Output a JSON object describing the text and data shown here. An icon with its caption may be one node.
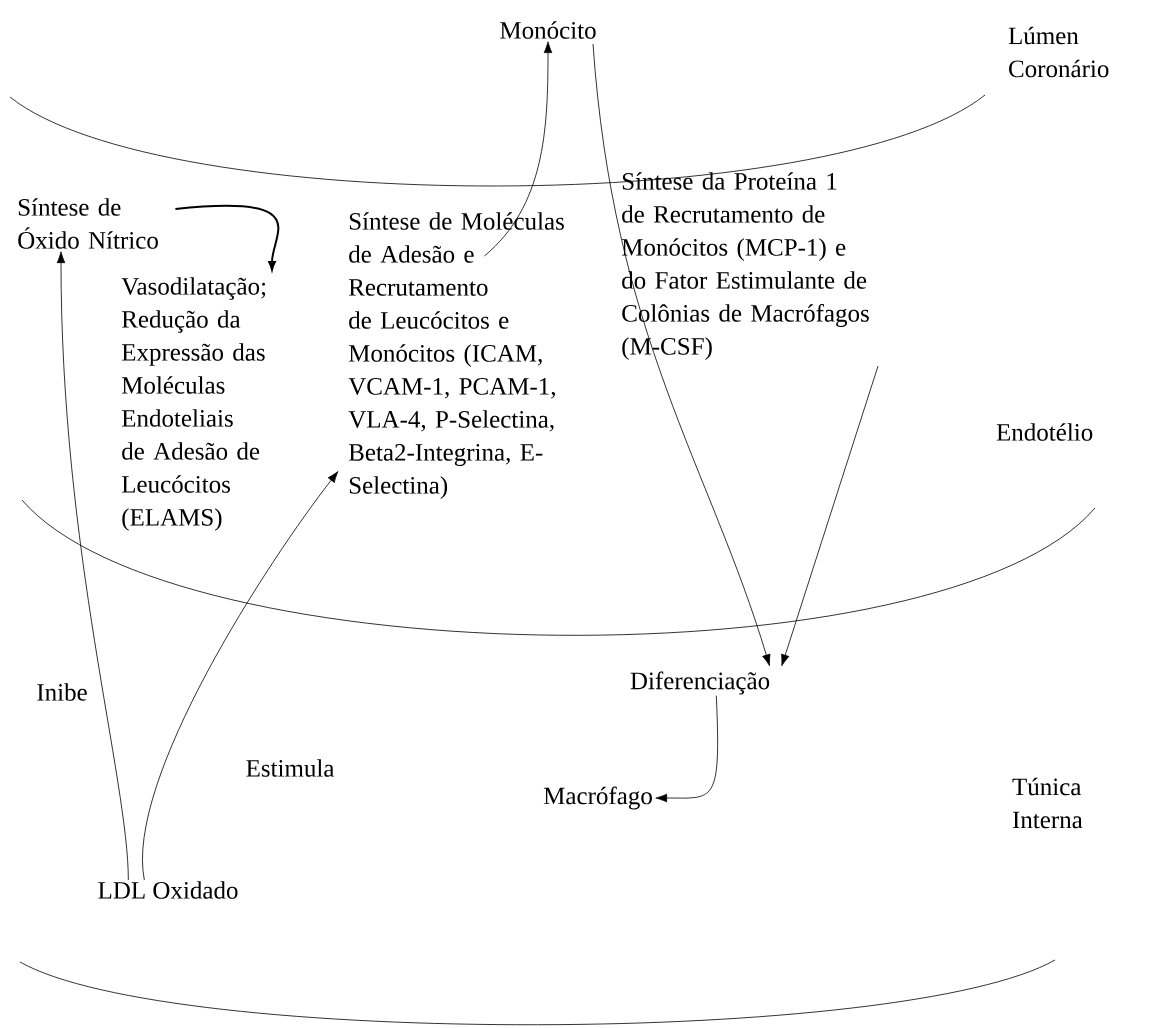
{
  "diagram": {
    "nodes": [
      {
        "text": [
          "Monócito"
        ]
      },
      {
        "text": [
          "Síntese de Óxido Nítrico"
        ]
      },
      {
        "text": [
          "Vasodilatação; Redução da Expressão das Moléculas Endoteliais de Adesão de Leucócitos (ELAMS)"
        ]
      },
      {
        "text": [
          "Síntese de Moléculas de Adesão e Recrutamento de Leucócitos e Monócitos (ICAM, VCAM-1, PCAM-1, VLA-4, P-Selectina, Beta2-Integrina, E-Selectina)"
        ]
      },
      {
        "text": [
          "Síntese da Proteína 1 de Recrutamento de Monócitos (MCP-1) e do Fator Estimulante de Colônias de Macrófagos (M-CSF)"
        ]
      },
      {
        "text": [
          "Diferenciação"
        ]
      },
      {
        "text": [
          "Macrófago"
        ]
      },
      {
        "text": [
          "LDL Oxidado"
        ]
      }
    ],
    "edges": [
      {
        "from": 1,
        "to": 2,
        "arrow": "to"
      },
      {
        "from": 3,
        "to": 0,
        "arrow": "to"
      },
      {
        "from": 0,
        "to": 5,
        "arrow": "to"
      },
      {
        "from": 4,
        "to": 5,
        "arrow": "to"
      },
      {
        "from": 5,
        "to": 6,
        "arrow": "to"
      },
      {
        "from": 7,
        "to": 1,
        "arrow": "to",
        "label": "Inibe"
      },
      {
        "from": 7,
        "to": 3,
        "arrow": "to",
        "label": "Estimula"
      }
    ],
    "labels": [
      "Lúmen Coronário",
      "Endotélio",
      "Túnica Interna"
    ]
  }
}
